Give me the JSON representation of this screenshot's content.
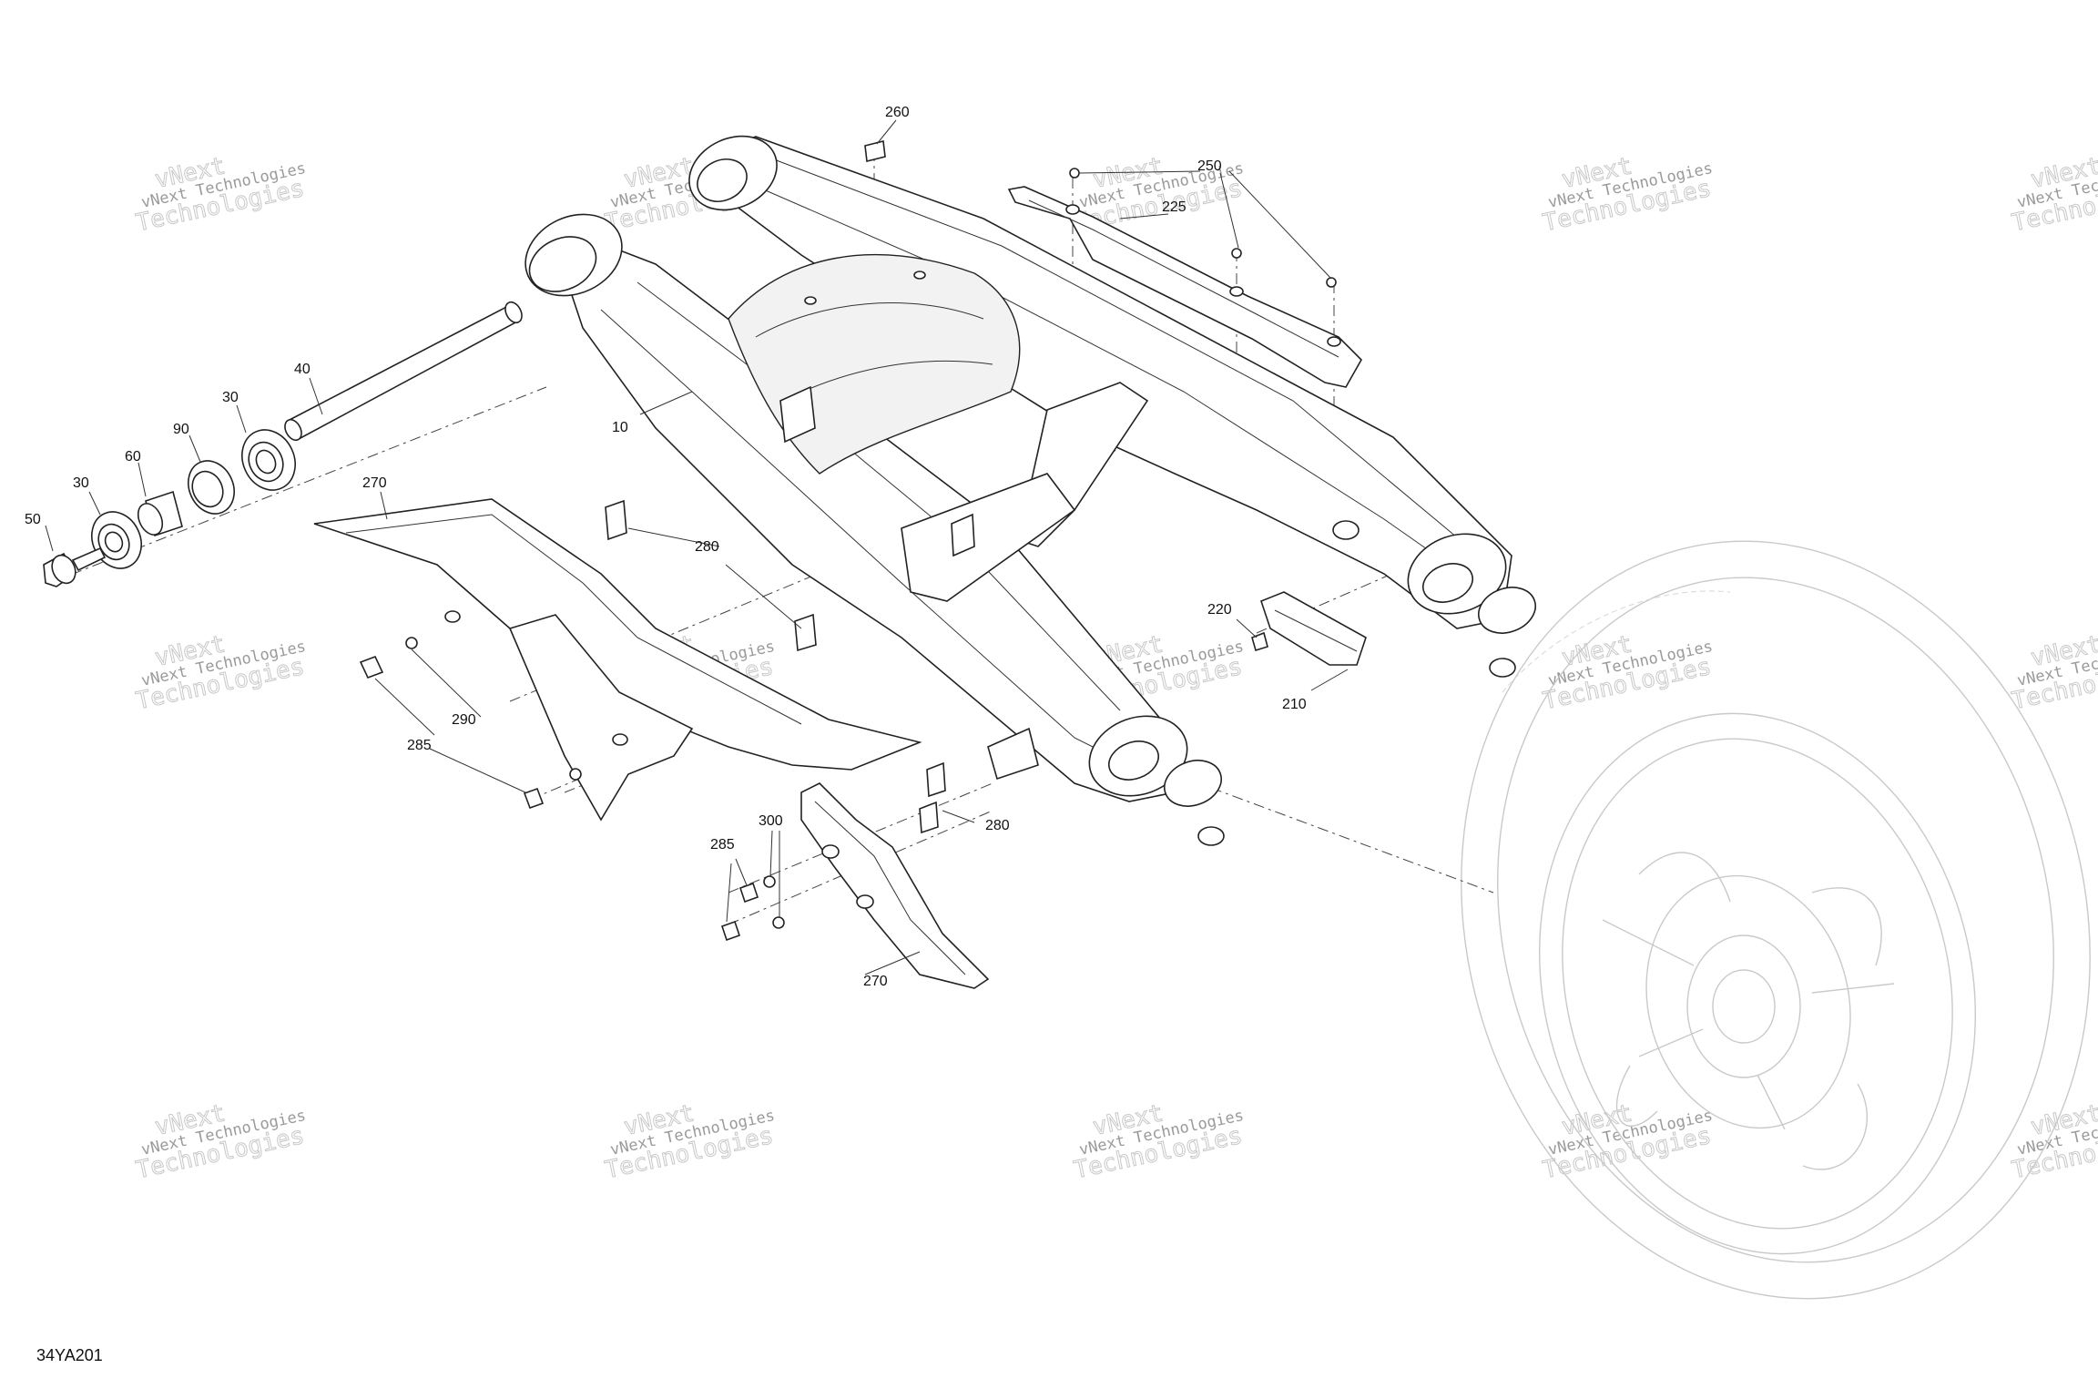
{
  "figure_id": "34YA201",
  "watermark": {
    "line1": "vNext Technologies",
    "line2": "Technologies",
    "overlay": "vNext"
  },
  "callouts": [
    {
      "id": "c10",
      "text": "10"
    },
    {
      "id": "c30a",
      "text": "30"
    },
    {
      "id": "c30b",
      "text": "30"
    },
    {
      "id": "c40",
      "text": "40"
    },
    {
      "id": "c50",
      "text": "50"
    },
    {
      "id": "c60",
      "text": "60"
    },
    {
      "id": "c90",
      "text": "90"
    },
    {
      "id": "c210",
      "text": "210"
    },
    {
      "id": "c220",
      "text": "220"
    },
    {
      "id": "c225",
      "text": "225"
    },
    {
      "id": "c250",
      "text": "250"
    },
    {
      "id": "c260",
      "text": "260"
    },
    {
      "id": "c270a",
      "text": "270"
    },
    {
      "id": "c270b",
      "text": "270"
    },
    {
      "id": "c280a",
      "text": "280"
    },
    {
      "id": "c280b",
      "text": "280"
    },
    {
      "id": "c285a",
      "text": "285"
    },
    {
      "id": "c285b",
      "text": "285"
    },
    {
      "id": "c290",
      "text": "290"
    },
    {
      "id": "c300",
      "text": "300"
    }
  ]
}
